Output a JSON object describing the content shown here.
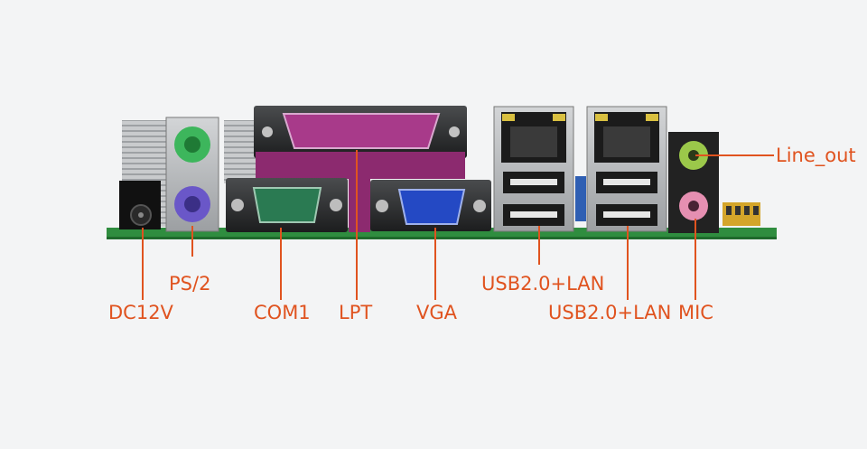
{
  "labels": {
    "dc": "DC12V",
    "ps2": "PS/2",
    "com1": "COM1",
    "lpt": "LPT",
    "vga": "VGA",
    "usb_lan_1": "USB2.0+LAN",
    "usb_lan_2": "USB2.0+LAN",
    "mic": "MIC",
    "line_out": "Line_out"
  },
  "colors": {
    "background": "#f3f4f5",
    "leader": "#e0531f",
    "pcb": "#2f8d3f",
    "ps2_keyboard": "#6a57c8",
    "ps2_mouse": "#3db65c",
    "lpt": "#a83a8a",
    "vga": "#2449c4",
    "audio_out": "#9bc84a",
    "audio_mic": "#e58fb1"
  }
}
